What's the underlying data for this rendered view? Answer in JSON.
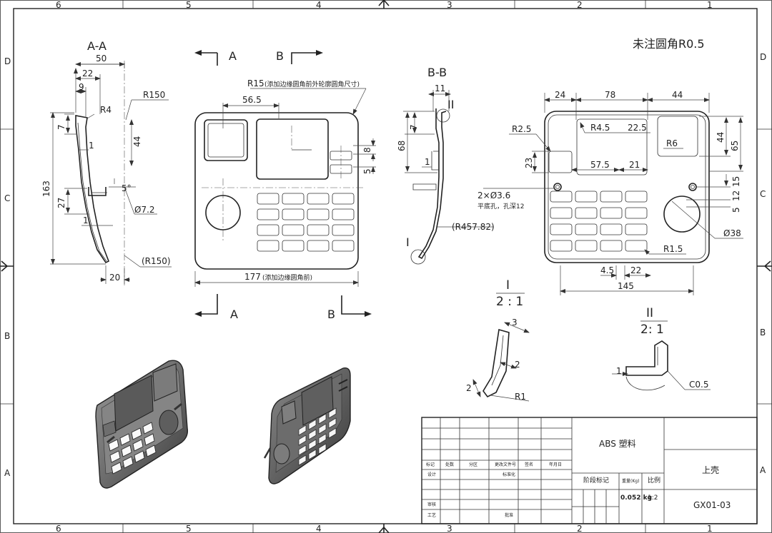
{
  "border": {
    "columns_top": [
      "6",
      "5",
      "4",
      "3",
      "2",
      "1"
    ],
    "columns_bottom": [
      "6",
      "5",
      "4",
      "3",
      "2",
      "1"
    ],
    "rows_left": [
      "D",
      "C",
      "B",
      "A"
    ],
    "rows_right": [
      "D",
      "C",
      "B",
      "A"
    ]
  },
  "note_fillet": "未注圆角R0.5",
  "section_aa": {
    "title": "A-A",
    "dims": [
      "50",
      "22",
      "9",
      "R150",
      "R4",
      "7",
      "44",
      "1",
      "163",
      "27",
      "5°",
      "Ø7.2",
      "1",
      "(R150)",
      "20"
    ]
  },
  "front_view": {
    "arrow_a": "A",
    "arrow_b": "B",
    "r15_note": "R15",
    "r15_sub": "(添加边缘圆角前外轮廓圆角尺寸)",
    "dim_56_5": "56.5",
    "dim_8": "8",
    "dim_5": "5",
    "dim_177": "177",
    "dim_177_sub": "(添加边缘圆角前)",
    "arrow_a2": "A",
    "arrow_b2": "B"
  },
  "section_bb": {
    "title": "B-B",
    "dims": [
      "11",
      "II",
      "7",
      "68",
      "1",
      "I",
      "(R457.82)"
    ]
  },
  "back_view": {
    "dims": [
      "24",
      "78",
      "44",
      "R2.5",
      "R4.5",
      "22.5",
      "R6",
      "44",
      "65",
      "23",
      "57.5",
      "21",
      "15",
      "12",
      "5",
      "R1.5",
      "4.5",
      "22",
      "145",
      "Ø38"
    ],
    "hole_note": "2×Ø3.6",
    "hole_sub": "平底孔，孔深12"
  },
  "detail_i": {
    "label": "I",
    "scale": "2 : 1",
    "dims": [
      "3",
      "2",
      "2",
      "R1"
    ]
  },
  "detail_ii": {
    "label": "II",
    "scale": "2: 1",
    "dims": [
      "1",
      "C0.5"
    ]
  },
  "title_block": {
    "material": "ABS 塑料",
    "part_name": "上壳",
    "drawing_no": "GX01-03",
    "row_labels": [
      "标记",
      "处数",
      "分区",
      "更改文件号",
      "签名",
      "年月日"
    ],
    "design": "设计",
    "standard": "标准化",
    "stage_mark": "阶段标记",
    "weight_label": "重量(Kg)",
    "scale_label": "比例",
    "weight": "0.052 kg",
    "scale": "1:2",
    "review": "审核",
    "process": "工艺",
    "approve": "批准"
  }
}
